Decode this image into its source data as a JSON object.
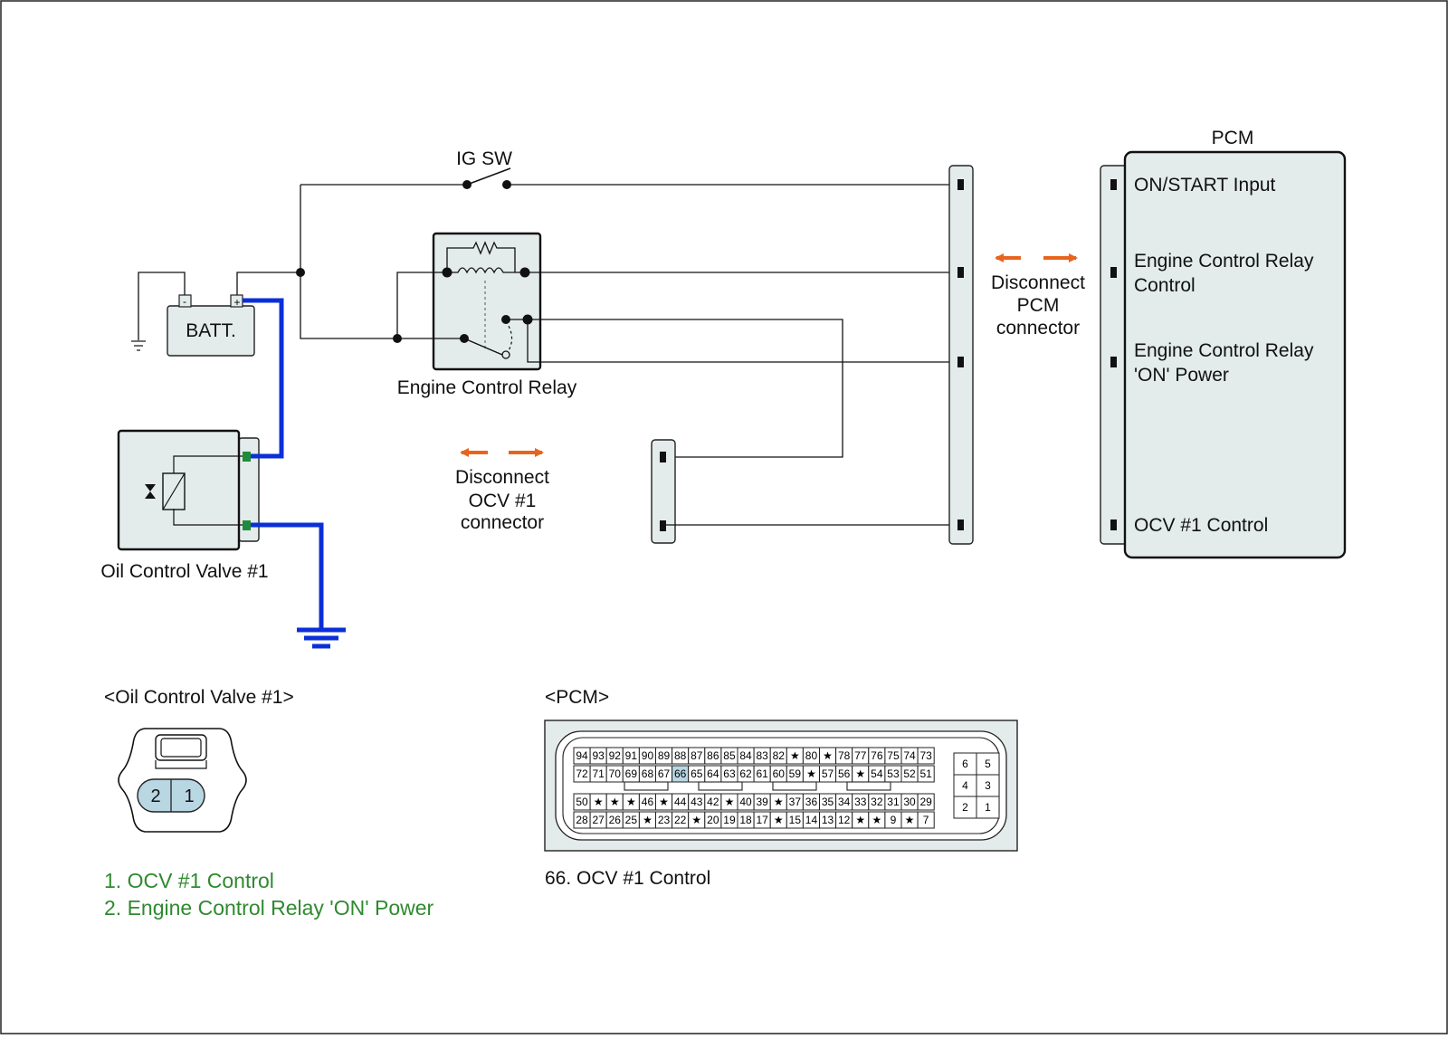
{
  "labels": {
    "ig_sw": "IG SW",
    "batt": "BATT.",
    "batt_neg": "-",
    "batt_pos": "+",
    "relay": "Engine Control Relay",
    "ocv": "Oil Control Valve #1",
    "pcm": "PCM",
    "disconnect_pcm": [
      "Disconnect",
      "PCM",
      "connector"
    ],
    "disconnect_ocv": [
      "Disconnect",
      "OCV #1",
      "connector"
    ]
  },
  "pcm_pins": [
    "ON/START Input",
    "Engine Control Relay",
    "Control",
    "Engine Control Relay",
    "'ON' Power",
    "OCV #1 Control"
  ],
  "ocv_connector": {
    "title": "<Oil Control Valve #1>",
    "pins": [
      "2",
      "1"
    ],
    "legend": [
      "1. OCV #1 Control",
      "2. Engine Control Relay 'ON' Power"
    ]
  },
  "pcm_connector": {
    "title": "<PCM>",
    "row1": [
      "94",
      "93",
      "92",
      "91",
      "90",
      "89",
      "88",
      "87",
      "86",
      "85",
      "84",
      "83",
      "82",
      "★",
      "80",
      "★",
      "78",
      "77",
      "76",
      "75",
      "74",
      "73"
    ],
    "row2": [
      "72",
      "71",
      "70",
      "69",
      "68",
      "67",
      "66",
      "65",
      "64",
      "63",
      "62",
      "61",
      "60",
      "59",
      "★",
      "57",
      "56",
      "★",
      "54",
      "53",
      "52",
      "51"
    ],
    "row3": [
      "50",
      "★",
      "★",
      "★",
      "46",
      "★",
      "44",
      "43",
      "42",
      "★",
      "40",
      "39",
      "★",
      "37",
      "36",
      "35",
      "34",
      "33",
      "32",
      "31",
      "30",
      "29"
    ],
    "row4": [
      "28",
      "27",
      "26",
      "25",
      "★",
      "23",
      "22",
      "★",
      "20",
      "19",
      "18",
      "17",
      "★",
      "15",
      "14",
      "13",
      "12",
      "★",
      "★",
      "9",
      "★",
      "7"
    ],
    "small": [
      [
        "6",
        "5"
      ],
      [
        "4",
        "3"
      ],
      [
        "2",
        "1"
      ]
    ],
    "highlight": "66",
    "legend": "66. OCV #1 Control"
  },
  "colors": {
    "wire": "#111111",
    "highlight_wire": "#0a2fd8",
    "arrow": "#e8641e",
    "box_fill": "#e3ebeb",
    "terminal_green": "#1e8c3c",
    "pin_highlight": "#b9d6e3",
    "legend_green": "#2f8a2f"
  }
}
